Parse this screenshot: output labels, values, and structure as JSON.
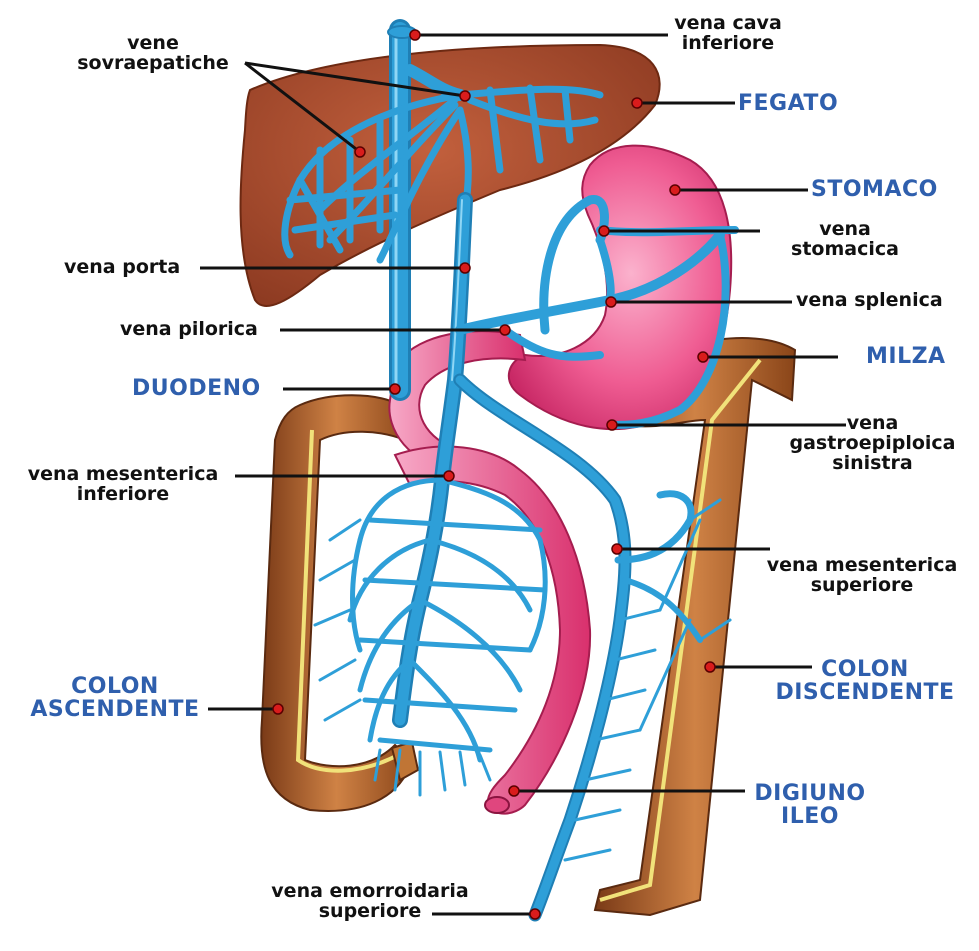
{
  "labels": {
    "vena_cava": [
      "vena cava",
      "inferiore"
    ],
    "vene_sovraepatiche": [
      "vene",
      "sovraepatiche"
    ],
    "fegato": "FEGATO",
    "stomaco": "STOMACO",
    "vena_stomacica": [
      "vena",
      "stomacica"
    ],
    "vena_porta": "vena porta",
    "vena_splenica": "vena splenica",
    "vena_pilorica": "vena pilorica",
    "milza": "MILZA",
    "duodeno": "DUODENO",
    "vena_gastroepiploica": [
      "vena",
      "gastroepiploica",
      "sinistra"
    ],
    "vena_mesenterica_inferiore": [
      "vena mesenterica",
      "inferiore"
    ],
    "vena_mesenterica_superiore": [
      "vena mesenterica",
      "superiore"
    ],
    "colon_discendente": [
      "COLON",
      "DISCENDENTE"
    ],
    "colon_ascendente": [
      "COLON",
      "ASCENDENTE"
    ],
    "digiuno_ileo": [
      "DIGIUNO",
      "ILEO"
    ],
    "vena_emorroidaria": [
      "vena emorroidaria",
      "superiore"
    ]
  },
  "colors": {
    "vein": "#2e9fd8",
    "vein_highlight": "#8fd6f5",
    "liver": "#a24a2c",
    "stomach": "#e8477f",
    "colon": "#b86a32",
    "marker": "#d91c1c",
    "organ_label": "#2f5fad"
  }
}
